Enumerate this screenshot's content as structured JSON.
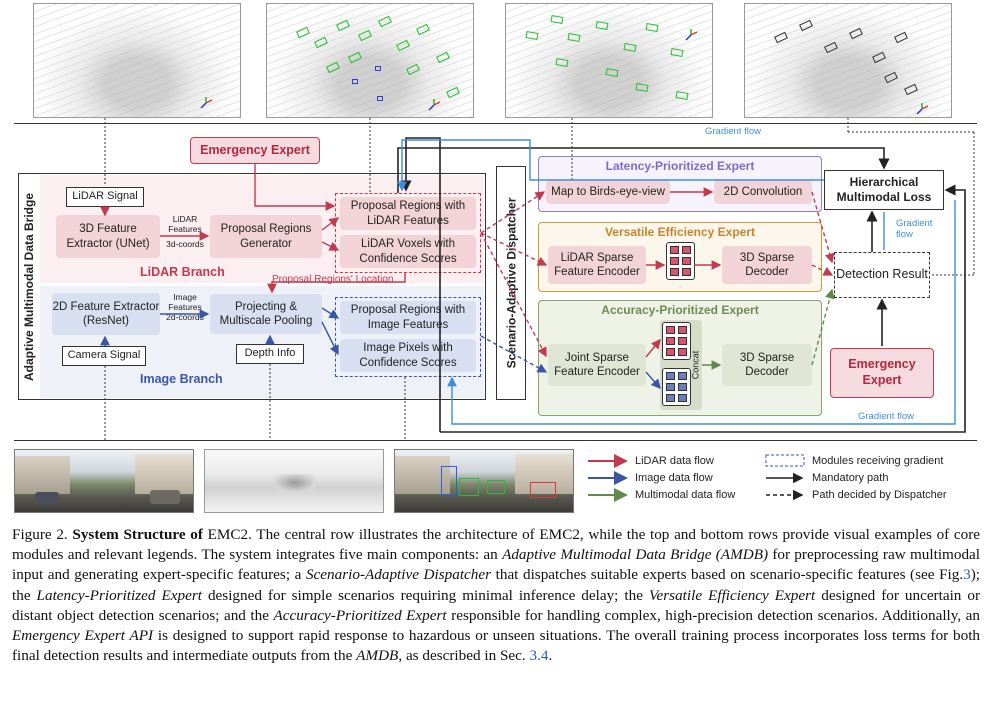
{
  "diagram": {
    "amdb_label": "Adaptive Multimodal Data Bridge",
    "dispatcher_label": "Scenario-Adaptive Dispatcher",
    "lidar_branch": {
      "label": "LiDAR Branch",
      "input": "LiDAR Signal",
      "extractor": "3D Feature Extractor (UNet)",
      "edge_label_line1": "LiDAR",
      "edge_label_line2": "Features",
      "edge_label_line3": "3d-coords",
      "generator": "Proposal Regions Generator",
      "out1": "Proposal Regions with LiDAR Features",
      "out2": "LiDAR Voxels with Confidence Scores"
    },
    "proposal_location_label": "Proposal Regions' Location",
    "image_branch": {
      "label": "Image Branch",
      "input": "Camera Signal",
      "extractor": "2D Feature Extractor (ResNet)",
      "edge_label_line1": "Image",
      "edge_label_line2": "Features",
      "edge_label_line3": "2d-coords",
      "pooling": "Projecting & Multiscale Pooling",
      "depth": "Depth Info",
      "out1": "Proposal Regions with Image Features",
      "out2": "Image Pixels with Confidence Scores"
    },
    "emergency_top": "Emergency Expert",
    "emergency_bottom": "Emergency Expert",
    "latency_expert": {
      "title": "Latency-Prioritized Expert",
      "step1": "Map to Birds-eye-view",
      "step2": "2D Convolution"
    },
    "versatile_expert": {
      "title": "Versatile Efficiency Expert",
      "encoder": "LiDAR Sparse Feature Encoder",
      "decoder": "3D Sparse Decoder"
    },
    "accuracy_expert": {
      "title": "Accuracy-Prioritized Expert",
      "encoder": "Joint Sparse Feature Encoder",
      "concat": "Concat",
      "decoder": "3D Sparse Decoder"
    },
    "loss": "Hierarchical Multimodal Loss",
    "detection": "Detection Result",
    "gradient_flow_top": "Gradient flow",
    "gradient_flow_right": "Gradient flow",
    "gradient_flow_bottom": "Gradient flow"
  },
  "legend": {
    "lidar": "LiDAR data flow",
    "image": "Image data flow",
    "multimodal": "Multimodal data flow",
    "receiving": "Modules receiving gradient",
    "mandatory": "Mandatory path",
    "dispatcher": "Path decided by Dispatcher"
  },
  "colors": {
    "lidar": "#c23a4d",
    "image": "#3b56a8",
    "multimodal": "#5e8a4a",
    "latency_border": "#8f7fd0",
    "versatile_border": "#d39a3c",
    "accuracy_border": "#8aa26b",
    "gradient": "#3d8fdd"
  },
  "caption": {
    "lead": "Figure 2.",
    "title": "System Structure of",
    "title_name": "EMC2.",
    "t1": "The central row illustrates the architecture of EMC2, while the top and bottom rows provide visual examples of core modules and relevant legends. The system integrates five main components: an",
    "amdb": "Adaptive Multimodal Data Bridge (AMDB)",
    "t2": "for preprocessing raw multimodal input and generating expert-specific features; a",
    "sad": "Scenario-Adaptive Dispatcher",
    "t3": "that dispatches suitable experts based on scenario-specific features (see Fig.",
    "ref1": "3",
    "t4": "); the",
    "lpe": "Latency-Prioritized Expert",
    "t5": "designed for simple scenarios requiring minimal inference delay; the",
    "vee": "Versatile Efficiency Expert",
    "t6": "designed for uncertain or distant object detection scenarios; and the",
    "ape": "Accuracy-Prioritized Expert",
    "t7": "responsible for handling complex, high-precision detection scenarios. Additionally, an",
    "eea": "Emergency Expert API",
    "t8": "is designed to support rapid response to hazardous or unseen situations. The overall training process incorporates loss terms for both final detection results and intermediate outputs from the",
    "amdb2": "AMDB",
    "t9": ", as described in Sec.",
    "ref2": "3.4",
    "t10": "."
  }
}
